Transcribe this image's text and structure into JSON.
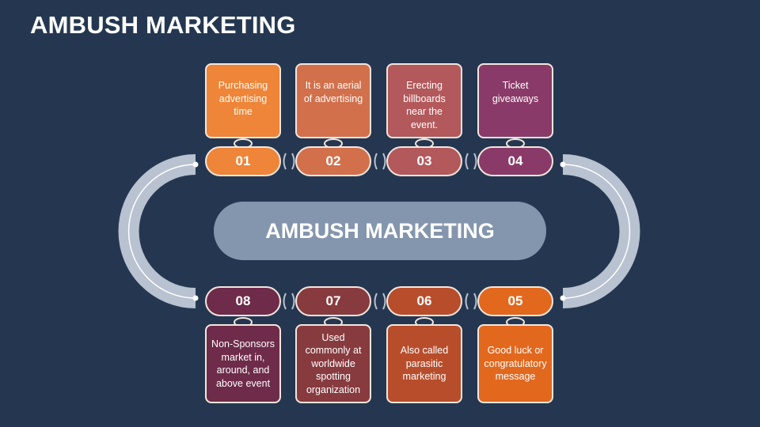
{
  "title": "AMBUSH MARKETING",
  "center_label": "AMBUSH MARKETING",
  "steps": [
    {
      "number": "01",
      "text": "Purchasing advertising time",
      "color": "#ee8538"
    },
    {
      "number": "02",
      "text": "It is an aerial of advertising",
      "color": "#d2704c"
    },
    {
      "number": "03",
      "text": "Erecting billboards near the event.",
      "color": "#b3585b"
    },
    {
      "number": "04",
      "text": "Ticket giveaways",
      "color": "#8a3a68"
    },
    {
      "number": "05",
      "text": "Good luck or congratulatory message",
      "color": "#e2681e"
    },
    {
      "number": "06",
      "text": "Also called parasitic marketing",
      "color": "#b84d2c"
    },
    {
      "number": "07",
      "text": "Used commonly at worldwide spotting organization",
      "color": "#873b3f"
    },
    {
      "number": "08",
      "text": "Non-Sponsors market in, around, and above event",
      "color": "#6e2b4a"
    }
  ],
  "colors": {
    "background": "#253750",
    "center_pill": "#8496ad",
    "arc": "#b8c2d0",
    "border": "#f3e7de"
  }
}
